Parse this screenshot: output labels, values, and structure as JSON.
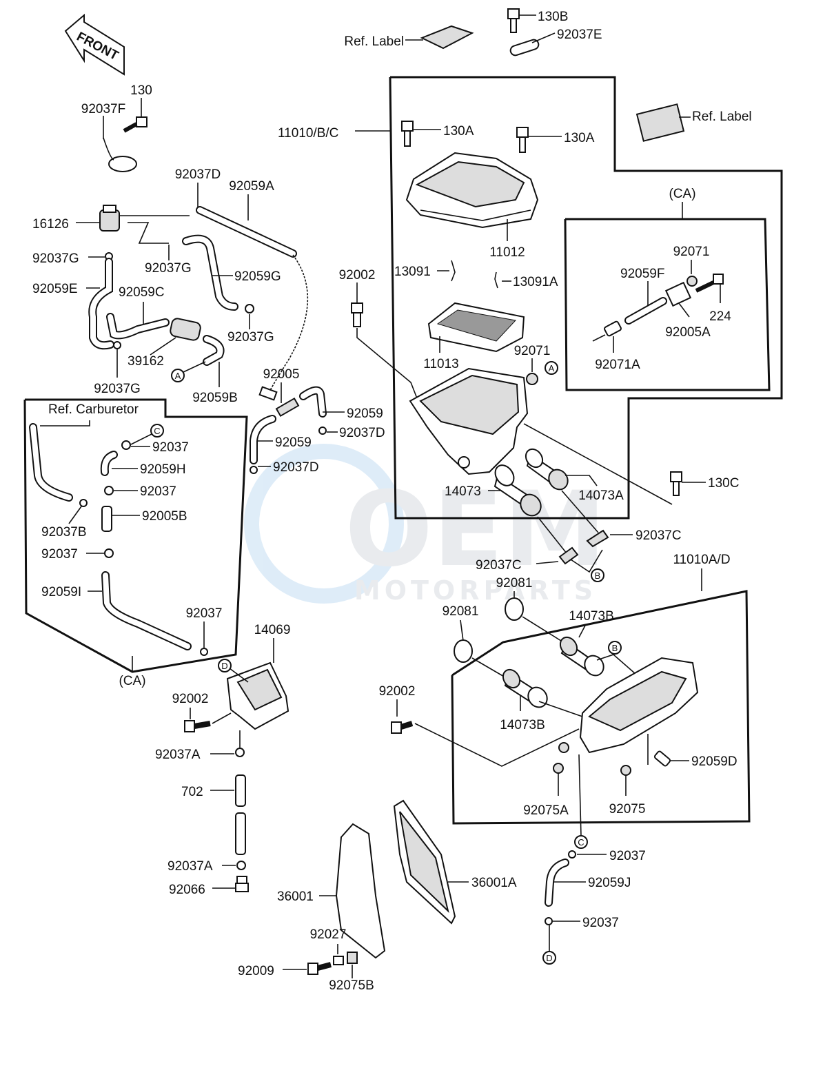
{
  "front_arrow": "FRONT",
  "group_boxes": {
    "ca_left": "(CA)",
    "ca_right": "(CA)",
    "air_box": "11010/B/C",
    "air_box_ad": "11010A/D",
    "ref_carb": "Ref. Carburetor"
  },
  "labels": {
    "ref_label_top": "Ref. Label",
    "ref_label_right": "Ref. Label",
    "p130b": "130B",
    "p92037e": "92037E",
    "p130": "130",
    "p92037f": "92037F",
    "p130a_1": "130A",
    "p130a_2": "130A",
    "p11012": "11012",
    "p92037d_top": "92037D",
    "p92059a": "92059A",
    "p16126": "16126",
    "p92037g_1": "92037G",
    "p92037g_2": "92037G",
    "p92059g": "92059G",
    "p92059e": "92059E",
    "p92059c": "92059C",
    "p92037g_3": "92037G",
    "p39162": "39162",
    "p92059b": "92059B",
    "p92037g_4": "92037G",
    "p13091": "13091",
    "p13091a": "13091A",
    "p92002_top": "92002",
    "p11013": "11013",
    "p92071_left": "92071",
    "p92071": "92071",
    "p92059f": "92059F",
    "p224": "224",
    "p92005a": "92005A",
    "p92071a": "92071A",
    "p92005": "92005",
    "p92059_1": "92059",
    "p92037d_1": "92037D",
    "p92059_2": "92059",
    "p92037d_2": "92037D",
    "p14073": "14073",
    "p14073a": "14073A",
    "p130c": "130C",
    "p92037c_1": "92037C",
    "p92037c_2": "92037C",
    "p92037_1": "92037",
    "p92059h": "92059H",
    "p92037_2": "92037",
    "p92037b": "92037B",
    "p92005b": "92005B",
    "p92037_3": "92037",
    "p92059i": "92059I",
    "p92037_4": "92037",
    "p14069": "14069",
    "p92002_left": "92002",
    "p92037a_1": "92037A",
    "p702": "702",
    "p92037a_2": "92037A",
    "p92066": "92066",
    "p92081_1": "92081",
    "p92081_2": "92081",
    "p14073b_1": "14073B",
    "p14073b_2": "14073B",
    "p92002_mid": "92002",
    "p92059d": "92059D",
    "p92075a": "92075A",
    "p92075": "92075",
    "p36001": "36001",
    "p36001a": "36001A",
    "p92027": "92027",
    "p92009": "92009",
    "p92075b": "92075B",
    "p92037_5": "92037",
    "p92059j": "92059J",
    "p92037_6": "92037"
  },
  "circle_markers": {
    "a1": "A",
    "a2": "A",
    "b1": "B",
    "b2": "B",
    "c1": "C",
    "c2": "C",
    "d1": "D",
    "d2": "D"
  },
  "watermark": {
    "brand": "OEM",
    "sub": "MOTORPARTS"
  }
}
